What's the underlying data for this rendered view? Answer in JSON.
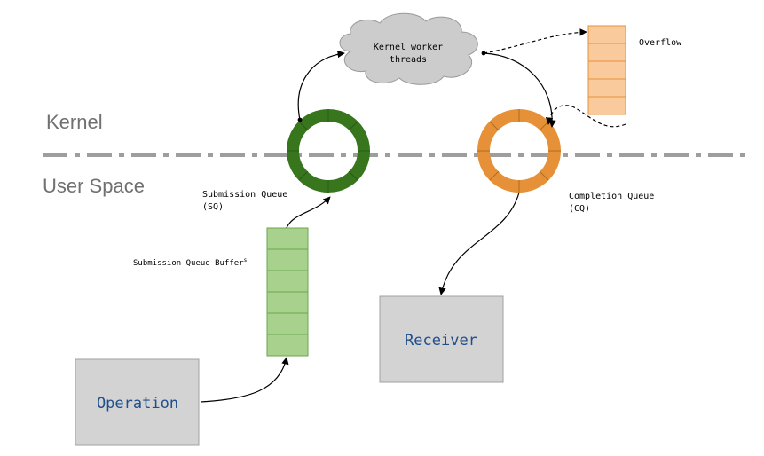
{
  "regions": {
    "kernel": "Kernel",
    "user_space": "User Space"
  },
  "cloud": {
    "line1": "Kernel worker",
    "line2": "threads"
  },
  "overflow": {
    "label": "Overflow"
  },
  "submission_queue": {
    "line1": "Submission Queue",
    "line2": "(SQ)"
  },
  "completion_queue": {
    "line1": "Completion Queue",
    "line2": "(CQ)"
  },
  "sq_buffer": {
    "label": "Submission Queue Buffer",
    "superscript": "s"
  },
  "operation": {
    "label": "Operation"
  },
  "receiver": {
    "label": "Receiver"
  },
  "colors": {
    "sq_ring": "#38761d",
    "cq_ring": "#e69138",
    "sq_buffer_fill": "#a9d18e",
    "sq_buffer_stroke": "#6aa84f",
    "overflow_fill": "#f9cb9c",
    "overflow_stroke": "#e69138",
    "cloud_fill": "#cccccc",
    "box_fill": "#d3d3d3",
    "box_stroke": "#a0a0a0",
    "divider": "#9e9e9e"
  }
}
